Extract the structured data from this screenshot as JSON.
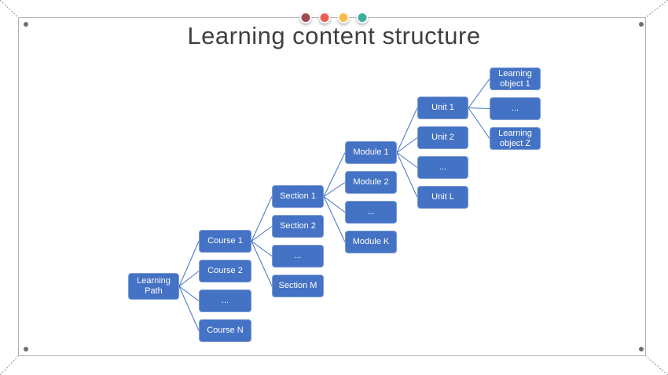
{
  "slide": {
    "title": "Learning content structure"
  },
  "decoration": {
    "dot_colors": [
      "#A04B52",
      "#ED5E57",
      "#F5BE4D",
      "#3BAE99"
    ],
    "frame_color": "#b1b1b1",
    "diagonal_color": "#8f8f8f",
    "corner_dot_color": "#6e6e6e"
  },
  "diagram": {
    "node_fill": "#4472C4",
    "node_border": "#7d9bd6",
    "connector_color": "#4472C4",
    "columns": [
      {
        "id": "learning-path",
        "nodes": [
          "Learning Path"
        ]
      },
      {
        "id": "courses",
        "nodes": [
          "Course 1",
          "Course 2",
          "...",
          "Course N"
        ]
      },
      {
        "id": "sections",
        "nodes": [
          "Section 1",
          "Section 2",
          "...",
          "Section M"
        ]
      },
      {
        "id": "modules",
        "nodes": [
          "Module 1",
          "Module 2",
          "...",
          "Module K"
        ]
      },
      {
        "id": "units",
        "nodes": [
          "Unit 1",
          "Unit 2",
          "...",
          "Unit L"
        ]
      },
      {
        "id": "learning-objects",
        "nodes": [
          "Learning object 1",
          "...",
          "Learning object Z"
        ]
      }
    ]
  }
}
